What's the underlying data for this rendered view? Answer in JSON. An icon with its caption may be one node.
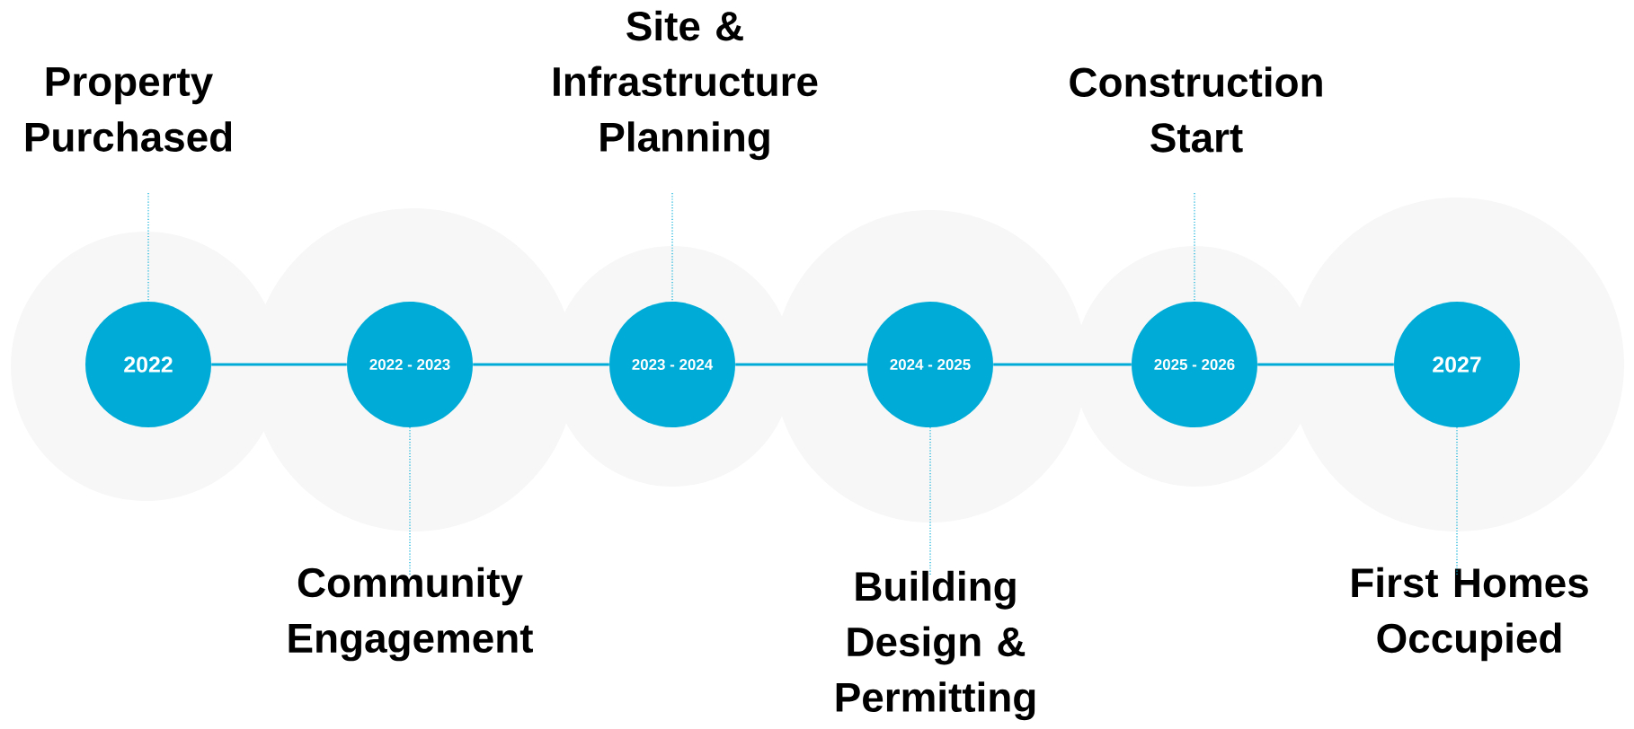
{
  "diagram": {
    "nodes": [
      {
        "text": [
          "2022"
        ]
      },
      {
        "text": [
          "2022 - 2023"
        ]
      },
      {
        "text": [
          "2023 - 2024"
        ]
      },
      {
        "text": [
          "2024 - 2025"
        ]
      },
      {
        "text": [
          "2025 - 2026"
        ]
      },
      {
        "text": [
          "2027"
        ]
      },
      {
        "text": [
          "Property Purchased"
        ]
      },
      {
        "text": [
          "Community Engagement"
        ]
      },
      {
        "text": [
          "Site & Infrastructure Planning"
        ]
      },
      {
        "text": [
          "Building Design & Permitting"
        ]
      },
      {
        "text": [
          "Construction Start"
        ]
      },
      {
        "text": [
          "First Homes Occupied"
        ]
      }
    ],
    "edges": [
      {
        "from": 0,
        "to": 1,
        "arrow": "none"
      },
      {
        "from": 1,
        "to": 2,
        "arrow": "none"
      },
      {
        "from": 2,
        "to": 3,
        "arrow": "none"
      },
      {
        "from": 3,
        "to": 4,
        "arrow": "none"
      },
      {
        "from": 4,
        "to": 5,
        "arrow": "none"
      },
      {
        "from": 6,
        "to": 0,
        "arrow": "none",
        "style": "dashed"
      },
      {
        "from": 7,
        "to": 1,
        "arrow": "none",
        "style": "dashed"
      },
      {
        "from": 8,
        "to": 2,
        "arrow": "none",
        "style": "dashed"
      },
      {
        "from": 9,
        "to": 3,
        "arrow": "none",
        "style": "dashed"
      },
      {
        "from": 10,
        "to": 4,
        "arrow": "none",
        "style": "dashed"
      },
      {
        "from": 11,
        "to": 5,
        "arrow": "none",
        "style": "dashed"
      }
    ]
  }
}
